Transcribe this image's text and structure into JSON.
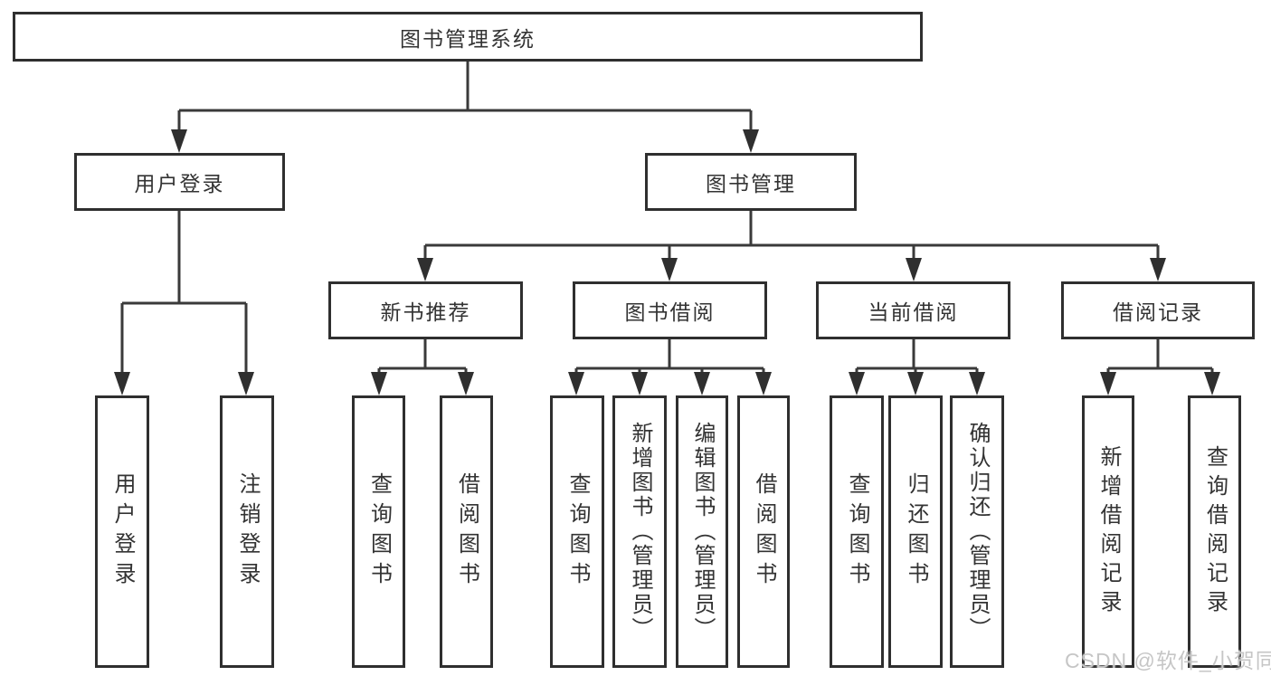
{
  "tree": {
    "root": {
      "label": "图书管理系统"
    },
    "user_branch": {
      "label": "用户登录",
      "children": [
        {
          "label": "用户登录"
        },
        {
          "label": "注销登录"
        }
      ]
    },
    "book_branch": {
      "label": "图书管理",
      "sections": [
        {
          "label": "新书推荐",
          "children": [
            {
              "label": "查询图书"
            },
            {
              "label": "借阅图书"
            }
          ]
        },
        {
          "label": "图书借阅",
          "children": [
            {
              "label": "查询图书"
            },
            {
              "label": "新增图书（管理员）"
            },
            {
              "label": "编辑图书（管理员）"
            },
            {
              "label": "借阅图书"
            }
          ]
        },
        {
          "label": "当前借阅",
          "children": [
            {
              "label": "查询图书"
            },
            {
              "label": "归还图书"
            },
            {
              "label": "确认归还（管理员）"
            }
          ]
        },
        {
          "label": "借阅记录",
          "children": [
            {
              "label": "新增借阅记录"
            },
            {
              "label": "查询借阅记录"
            }
          ]
        }
      ]
    }
  },
  "watermark": "CSDN @软件_小贺同学",
  "colors": {
    "line": "#3a3a3a",
    "border": "#2f2f2f",
    "text": "#333333",
    "background": "#ffffff",
    "watermark": "#c6c6c6"
  }
}
